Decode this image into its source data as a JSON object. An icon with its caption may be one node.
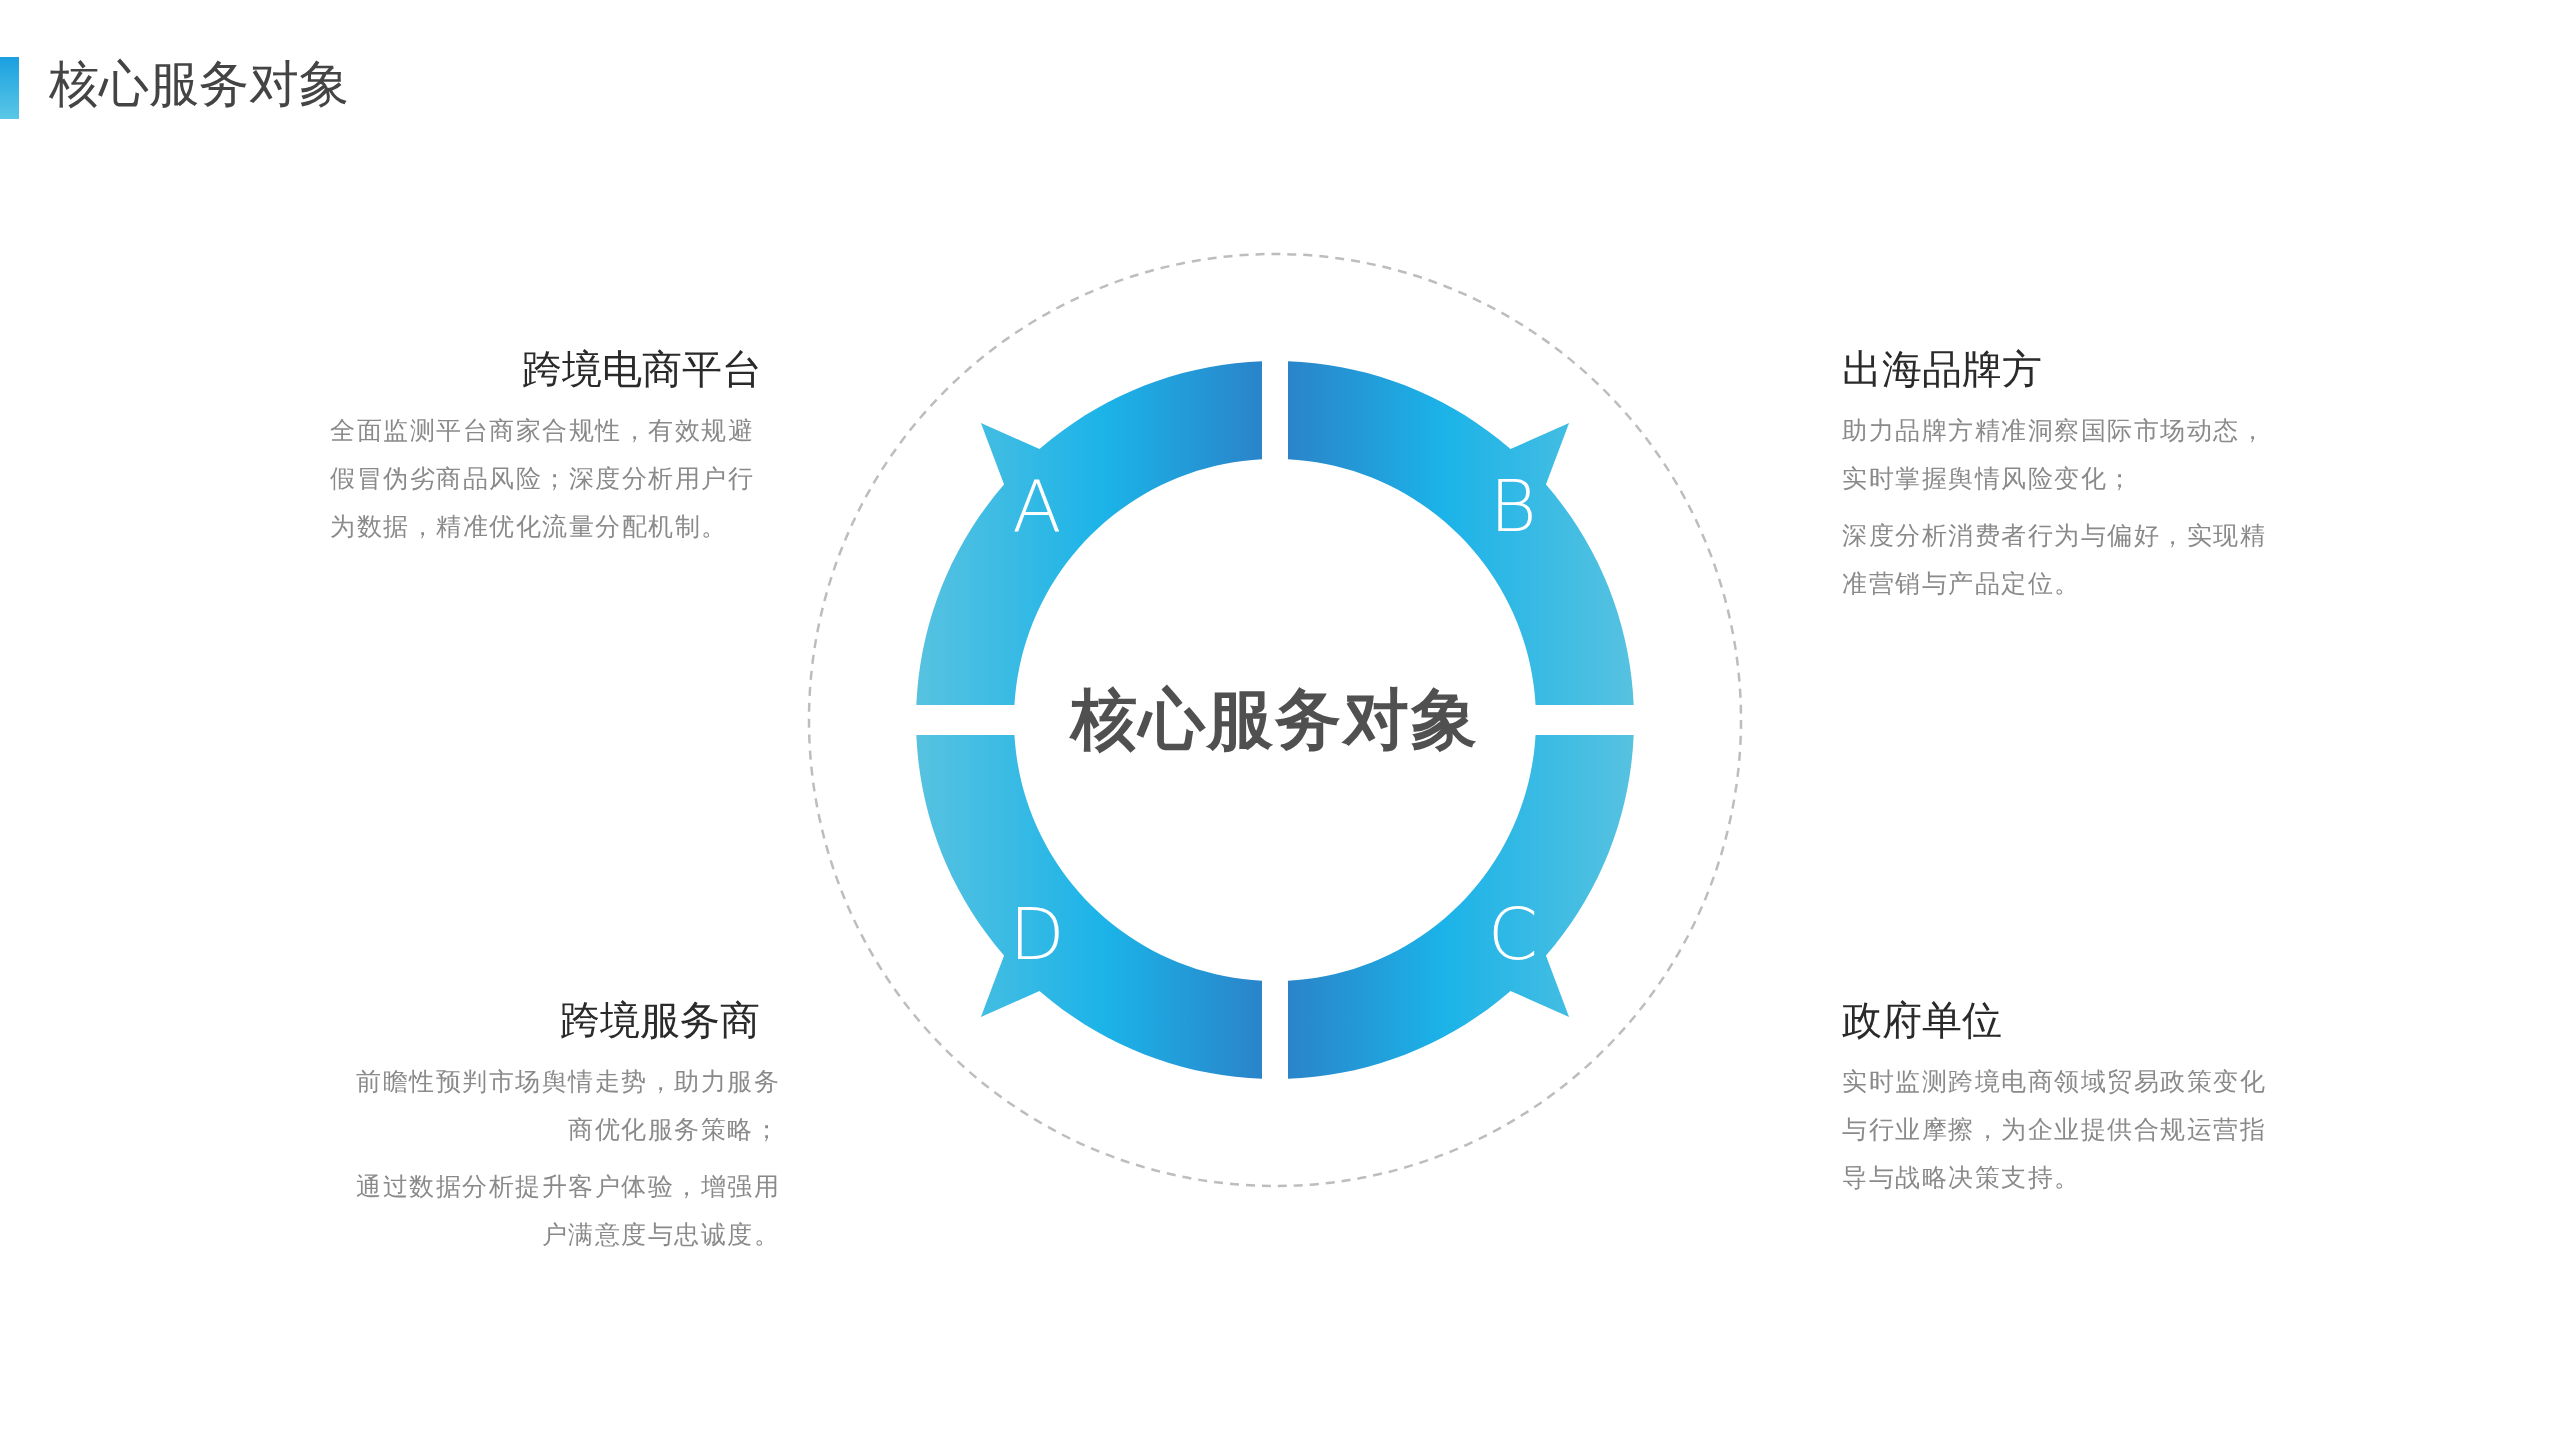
{
  "diagram": {
    "title": "核心服务对象",
    "nodes": [
      {
        "text": [
          "A"
        ],
        "beside": [
          "跨境电商平台",
          "全面监测平台商家合规性，有效规避假冒伪劣商品风险；深度分析用户行为数据，精准优化流量分配机制。"
        ]
      },
      {
        "text": [
          "B"
        ],
        "beside": [
          "出海品牌方",
          "助力品牌方精准洞察国际市场动态，实时掌握舆情风险变化；",
          "深度分析消费者行为与偏好，实现精准营销与产品定位。"
        ]
      },
      {
        "text": [
          "C"
        ],
        "beside": [
          "政府单位",
          "实时监测跨境电商领域贸易政策变化与行业摩擦，为企业提供合规运营指导与战略决策支持。"
        ]
      },
      {
        "text": [
          "D"
        ],
        "beside": [
          "跨境服务商",
          "前瞻性预判市场舆情走势，助力服务商优化服务策略；",
          "通过数据分析提升客户体验，增强用户满意度与忠诚度。"
        ]
      }
    ],
    "labels": [
      "核心服务对象"
    ]
  }
}
